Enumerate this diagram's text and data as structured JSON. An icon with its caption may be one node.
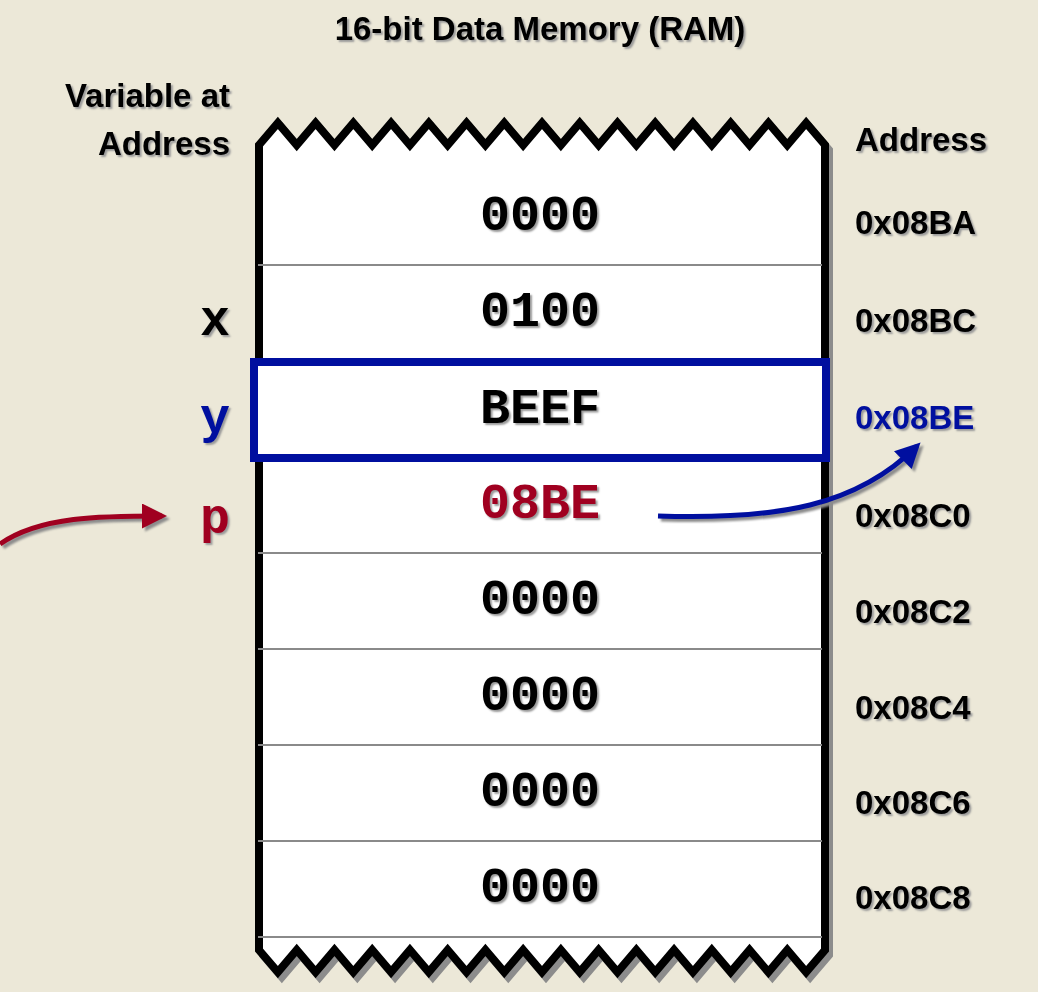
{
  "diagram": {
    "nodes": [
      {
        "text": [
          "16-bit Data Memory (RAM)"
        ]
      },
      {
        "text": [
          "0000"
        ],
        "in": 0
      },
      {
        "text": [
          "0100"
        ],
        "in": 0
      },
      {
        "text": [
          "BEEF"
        ],
        "in": 0
      },
      {
        "text": [
          "08BE"
        ],
        "in": 0
      },
      {
        "text": [
          "0000"
        ],
        "in": 0
      },
      {
        "text": [
          "0000"
        ],
        "in": 0
      },
      {
        "text": [
          "0000"
        ],
        "in": 0
      },
      {
        "text": [
          "0000"
        ],
        "in": 0
      },
      {
        "text": [
          "p"
        ]
      },
      {
        "text": [
          "0x08BE"
        ]
      }
    ],
    "edges": [
      {
        "from": null,
        "to": 9,
        "arrow": "to",
        "color": "#a00020"
      },
      {
        "from": 4,
        "to": 10,
        "arrow": "to",
        "color": "#000f9f"
      }
    ],
    "labels": [
      "Variable at Address",
      "Address",
      "0x08BA",
      "x",
      "0x08BC",
      "y",
      "0x08C0",
      "0x08C2",
      "0x08C4",
      "0x08C6",
      "0x08C8"
    ]
  }
}
